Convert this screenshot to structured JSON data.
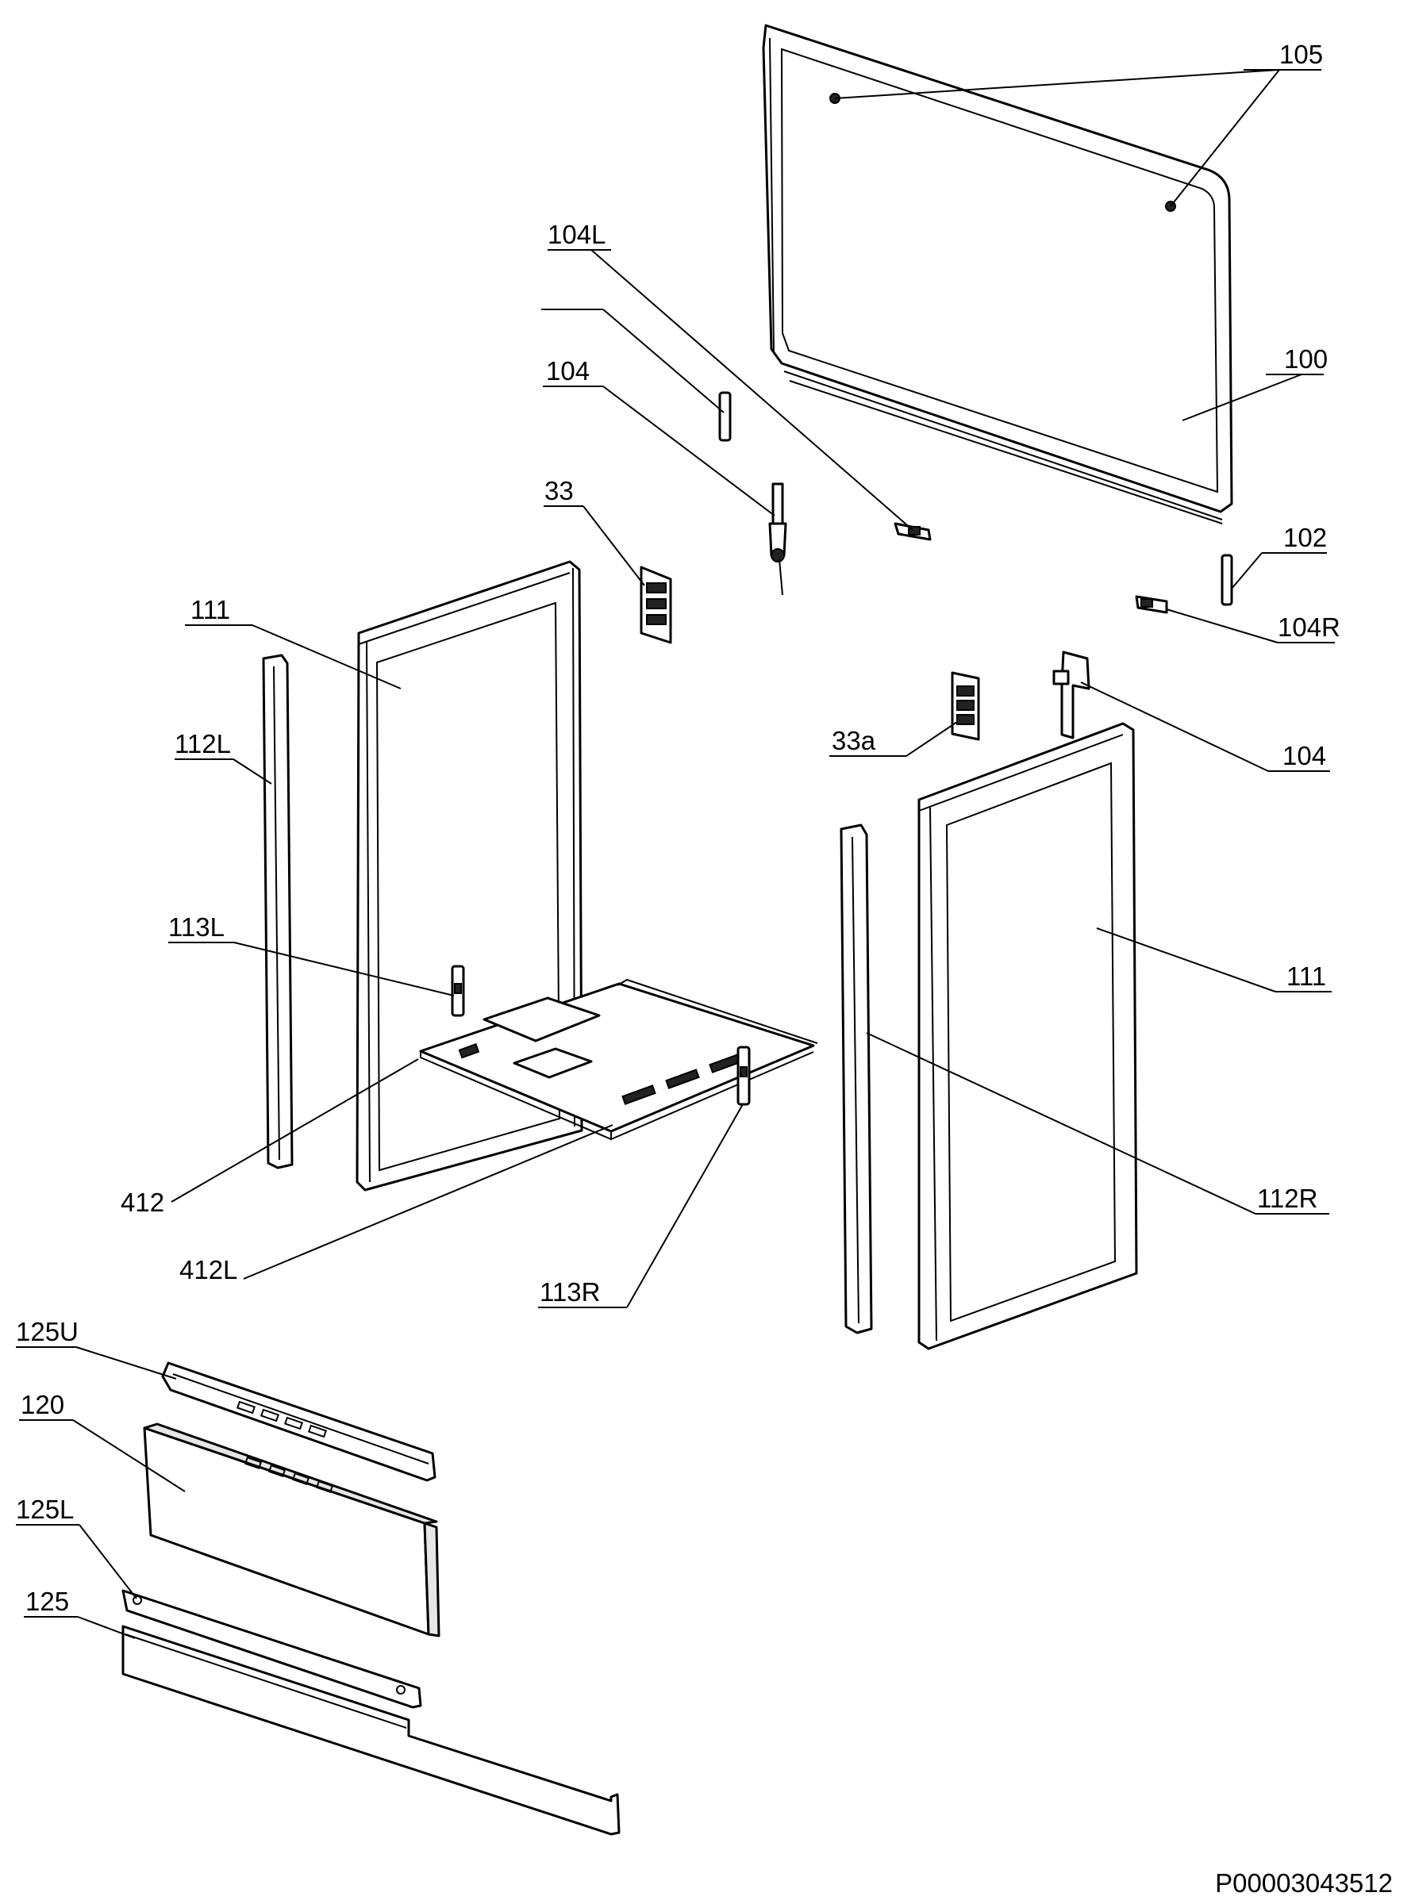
{
  "diagram": {
    "drawing_code": "P00003043512",
    "labels": {
      "l105": "105",
      "l104L": "104L",
      "l104_top": "104",
      "l100": "100",
      "l33": "33",
      "l102": "102",
      "l104R": "104R",
      "l111_left": "111",
      "l112L": "112L",
      "l33a": "33a",
      "l104_right": "104",
      "l113L": "113L",
      "l111_right": "111",
      "l412": "412",
      "l112R": "112R",
      "l412L": "412L",
      "l113R": "113R",
      "l125U": "125U",
      "l120": "120",
      "l125L": "125L",
      "l125": "125"
    }
  }
}
